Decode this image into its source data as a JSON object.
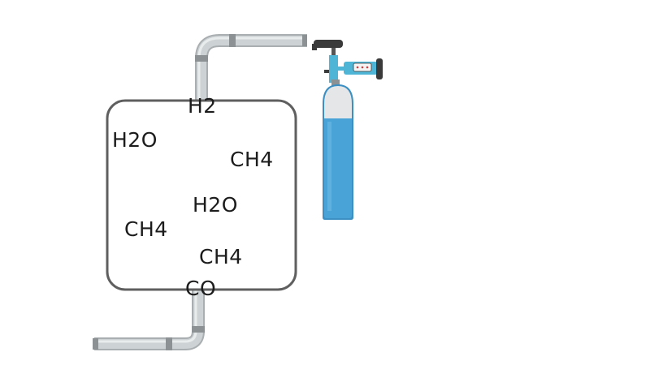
{
  "colors": {
    "vessel_outline": "#5f5f5f",
    "pipe": "#cdd2d4",
    "pipe_highlight": "#e9ecec",
    "pipe_shadow": "#a9aeb0",
    "pipe_joint": "#8c9193",
    "cylinder_body": "#4aa3d7",
    "cylinder_top": "#e4e6e7",
    "regulator": "#4fb5d6",
    "handle": "#3a3a3a",
    "text": "#1c1c1c"
  },
  "icons": {
    "gas_cylinder": "gas-cylinder-icon",
    "pressure_regulator": "pressure-regulator-icon",
    "valve_handle": "valve-handle-icon"
  },
  "molecules": [
    {
      "label": "H2",
      "role": "top-inlet"
    },
    {
      "label": "H2O"
    },
    {
      "label": "CH4"
    },
    {
      "label": "H2O"
    },
    {
      "label": "CH4"
    },
    {
      "label": "CH4"
    },
    {
      "label": "CO",
      "role": "bottom-outlet"
    }
  ]
}
